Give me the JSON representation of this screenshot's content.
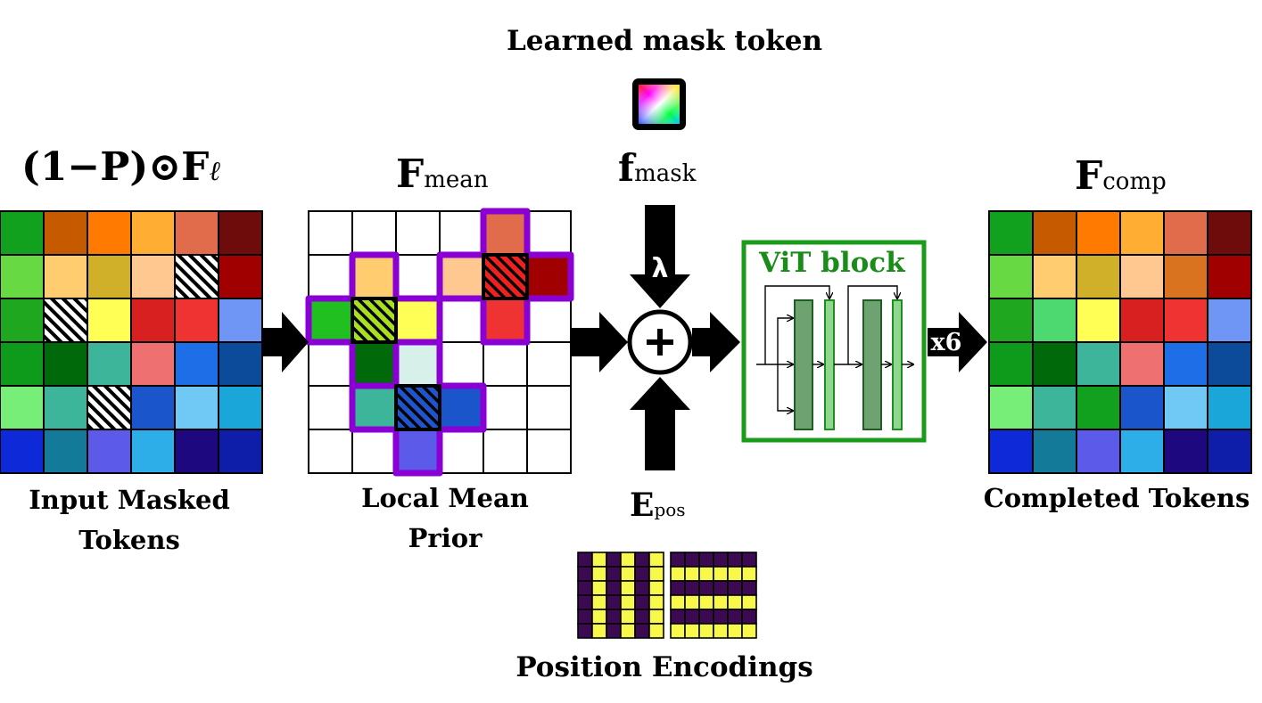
{
  "labels": {
    "learned_mask_token": "Learned mask token",
    "input_masked_tokens": [
      "Input Masked",
      "Tokens"
    ],
    "local_mean_prior": [
      "Local Mean",
      "Prior"
    ],
    "completed_tokens": "Completed Tokens",
    "position_encodings": "Position Encodings",
    "vit_block": "ViT block",
    "repeat": "x6",
    "lambda": "λ",
    "plus": "+"
  },
  "math": {
    "input_expr": "(1−P)⊙F",
    "input_expr_sub": "ℓ",
    "f_mean": "F",
    "f_mean_sub": "mean",
    "f_mask": "f",
    "f_mask_sub": "mask",
    "e_pos": "E",
    "e_pos_sub": "pos",
    "f_comp": "F",
    "f_comp_sub": "comp"
  },
  "colors": {
    "neighborhood_outline": "#8a00d4",
    "vit_green": "#1a9c1a",
    "vit_bar_dark": "#6fa271",
    "vit_bar_light": "#8fd68f",
    "pos_purple": "#3b0a52",
    "pos_yellow": "#f8f84a"
  },
  "grids": {
    "input": [
      [
        "#12a11f",
        "#c55a00",
        "#ff7a00",
        "#ffae33",
        "#e06c4c",
        "#6e0c0c"
      ],
      [
        "#66d943",
        "#ffcc70",
        "#cfb028",
        "#ffc890",
        "hatch",
        "#a00000"
      ],
      [
        "#1fa81f",
        "hatch",
        "#ffff55",
        "#d92020",
        "#ef3333",
        "#7096f5"
      ],
      [
        "#0e9a1a",
        "#006a0a",
        "#3db59a",
        "#ee7070",
        "#1e6ee8",
        "#0c4a9a"
      ],
      [
        "#77ee77",
        "#3db59a",
        "hatch",
        "#1a55cc",
        "#70c8f5",
        "#1aa6d8"
      ],
      [
        "#0e2ad8",
        "#137a9a",
        "#5c5ae8",
        "#2eaee8",
        "#1e0880",
        "#0e1ea8"
      ]
    ],
    "mean": [
      [
        "",
        "",
        "",
        "",
        "#e06c4c",
        ""
      ],
      [
        "",
        "#ffcc70",
        "",
        "#ffc890",
        "hatch-red",
        "#a00000"
      ],
      [
        "#1fc01f",
        "hatch-lime",
        "#ffff55",
        "",
        "#ef3333",
        ""
      ],
      [
        "",
        "#006a0a",
        "#d8f0ea",
        "",
        "",
        ""
      ],
      [
        "",
        "#3db59a",
        "hatch-blue",
        "#1a55cc",
        "",
        ""
      ],
      [
        "",
        "",
        "#5c5ae8",
        "",
        "",
        ""
      ]
    ],
    "completed": [
      [
        "#12a11f",
        "#c55a00",
        "#ff7a00",
        "#ffae33",
        "#e06c4c",
        "#6e0c0c"
      ],
      [
        "#66d943",
        "#ffcc70",
        "#cfb028",
        "#ffc890",
        "#d97320",
        "#a00000"
      ],
      [
        "#1fa81f",
        "#4ed870",
        "#ffff55",
        "#d92020",
        "#ef3333",
        "#7096f5"
      ],
      [
        "#0e9a1a",
        "#006a0a",
        "#3db59a",
        "#ee7070",
        "#1e6ee8",
        "#0c4a9a"
      ],
      [
        "#77ee77",
        "#3db59a",
        "#12a11f",
        "#1a55cc",
        "#70c8f5",
        "#1aa6d8"
      ],
      [
        "#0e2ad8",
        "#137a9a",
        "#5c5ae8",
        "#2eaee8",
        "#1e0880",
        "#0e1ea8"
      ]
    ]
  }
}
